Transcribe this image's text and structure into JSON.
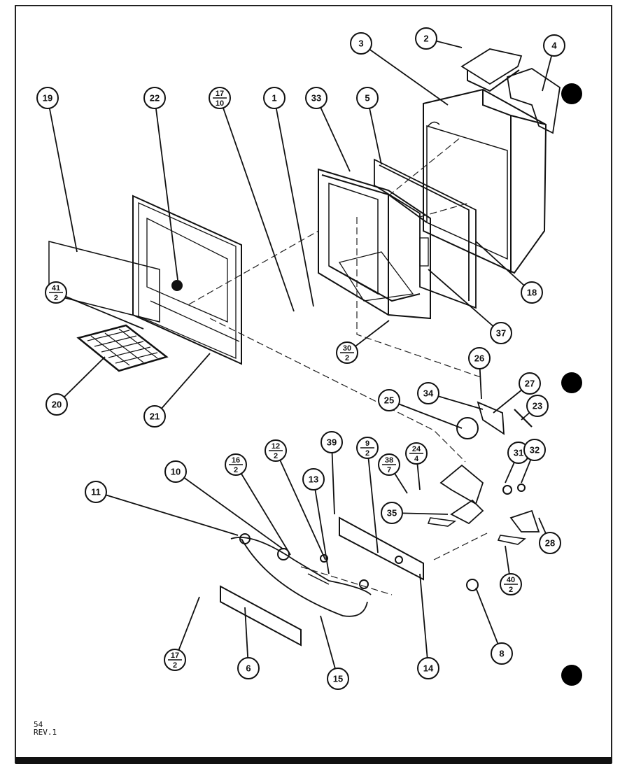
{
  "callouts": [
    {
      "label": "1"
    },
    {
      "label": "2"
    },
    {
      "label": "3"
    },
    {
      "label": "4"
    },
    {
      "label": "5"
    },
    {
      "label": "6"
    },
    {
      "label": "8"
    },
    {
      "label": "10"
    },
    {
      "label": "11"
    },
    {
      "label": "13"
    },
    {
      "label": "14"
    },
    {
      "label": "15"
    },
    {
      "label": "18"
    },
    {
      "label": "19"
    },
    {
      "label": "20"
    },
    {
      "label": "21"
    },
    {
      "label": "22"
    },
    {
      "label": "23"
    },
    {
      "label": "25"
    },
    {
      "label": "26"
    },
    {
      "label": "27"
    },
    {
      "label": "28"
    },
    {
      "label": "31"
    },
    {
      "label": "32"
    },
    {
      "label": "33"
    },
    {
      "label": "34"
    },
    {
      "label": "35"
    },
    {
      "label": "37"
    },
    {
      "label": "39"
    }
  ],
  "fraction_callouts": [
    {
      "num": "17",
      "den": "10"
    },
    {
      "num": "41",
      "den": "2"
    },
    {
      "num": "30",
      "den": "2"
    },
    {
      "num": "16",
      "den": "2"
    },
    {
      "num": "12",
      "den": "2"
    },
    {
      "num": "9",
      "den": "2"
    },
    {
      "num": "38",
      "den": "7"
    },
    {
      "num": "24",
      "den": "4"
    },
    {
      "num": "40",
      "den": "2"
    },
    {
      "num": "17",
      "den": "2"
    }
  ],
  "footer": {
    "page_number": "54",
    "revision": "REV.1"
  }
}
